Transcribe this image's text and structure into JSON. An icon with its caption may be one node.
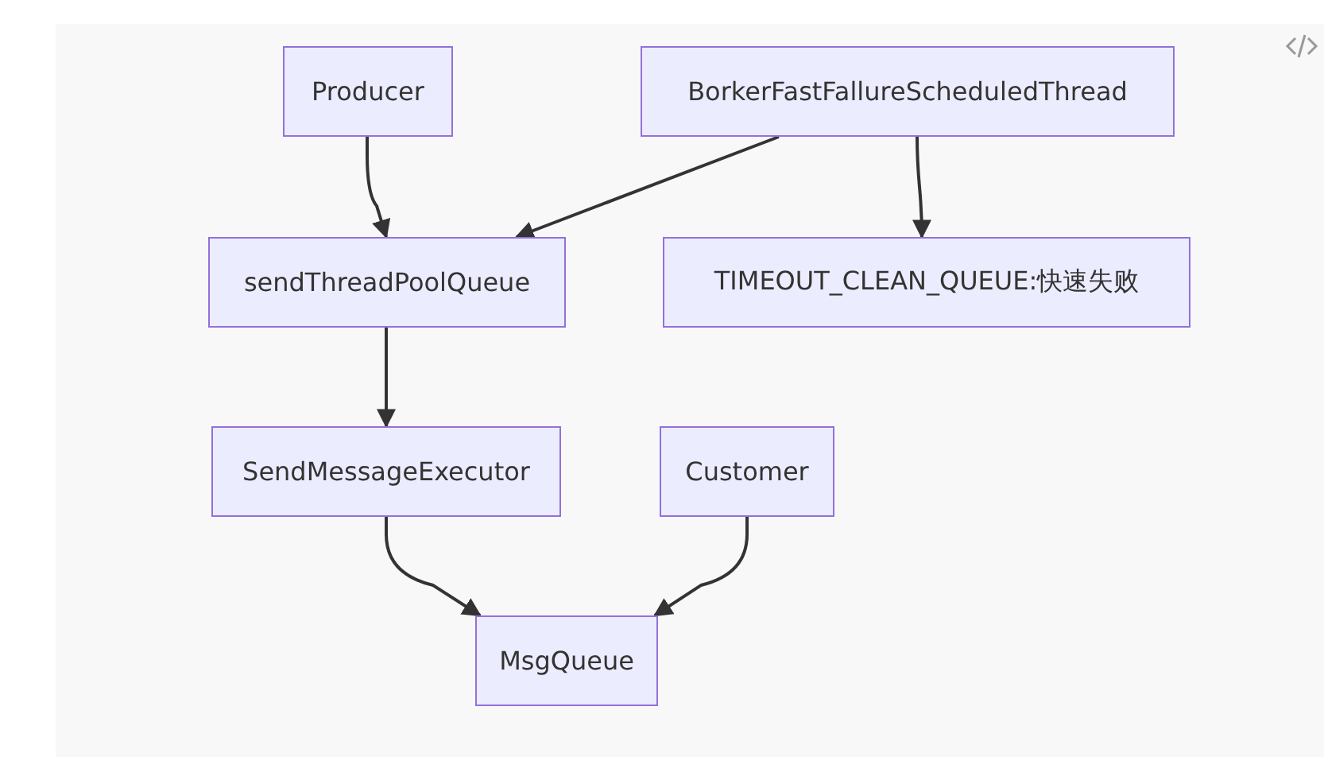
{
  "diagram": {
    "nodes": [
      {
        "text": [
          "Producer"
        ]
      },
      {
        "text": [
          "BorkerFastFallureScheduledThread"
        ]
      },
      {
        "text": [
          "sendThreadPoolQueue"
        ]
      },
      {
        "text": [
          "TIMEOUT_CLEAN_QUEUE:快速失败"
        ]
      },
      {
        "text": [
          "SendMessageExecutor"
        ]
      },
      {
        "text": [
          "Customer"
        ]
      },
      {
        "text": [
          "MsgQueue"
        ]
      }
    ],
    "edges": [
      {
        "from": 0,
        "to": 2,
        "arrow": "to"
      },
      {
        "from": 1,
        "to": 2,
        "arrow": "to"
      },
      {
        "from": 1,
        "to": 3,
        "arrow": "to"
      },
      {
        "from": 2,
        "to": 4,
        "arrow": "to"
      },
      {
        "from": 4,
        "to": 6,
        "arrow": "to"
      },
      {
        "from": 5,
        "to": 6,
        "arrow": "to"
      }
    ]
  }
}
